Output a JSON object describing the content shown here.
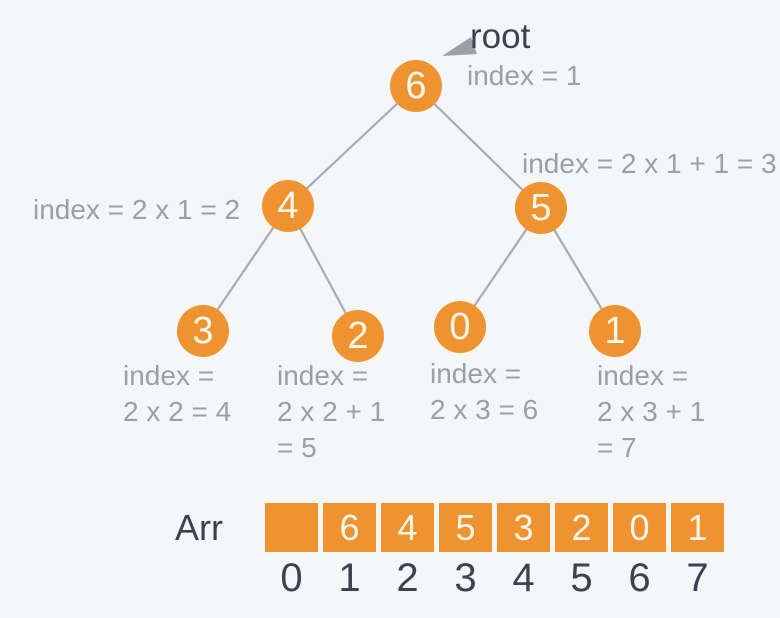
{
  "colors": {
    "background": "#f5f6f8",
    "node_fill": "#ef9331",
    "node_text": "#fbf6ea",
    "edge_gray": "#a4acb4",
    "arrow_gray": "#9aa1aa",
    "label_gray": "#98a0aa",
    "text_dark_navy": "#3a4254"
  },
  "tree": {
    "root_pointer_label": "root",
    "nodes": {
      "n6": {
        "value": "6",
        "label": "index = 1"
      },
      "n4": {
        "value": "4",
        "label": "index = 2 x 1 = 2"
      },
      "n5": {
        "value": "5",
        "label": "index = 2 x 1 + 1 = 3"
      },
      "n3": {
        "value": "3",
        "label_lines": [
          "index =",
          "2 x 2 = 4"
        ]
      },
      "n2": {
        "value": "2",
        "label_lines": [
          "index =",
          "2 x 2 + 1",
          "= 5"
        ]
      },
      "n0": {
        "value": "0",
        "label_lines": [
          "index =",
          "2 x 3 = 6"
        ]
      },
      "n1": {
        "value": "1",
        "label_lines": [
          "index =",
          "2 x 3 + 1",
          "= 7"
        ]
      }
    }
  },
  "array": {
    "label": "Arr",
    "cells": [
      "",
      "6",
      "4",
      "5",
      "3",
      "2",
      "0",
      "1"
    ],
    "indices": [
      "0",
      "1",
      "2",
      "3",
      "4",
      "5",
      "6",
      "7"
    ]
  }
}
